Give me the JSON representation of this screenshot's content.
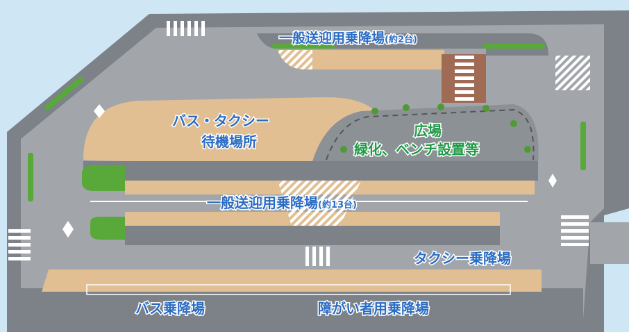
{
  "map": {
    "colors": {
      "sky": "#cfe6f5",
      "road": "#9fa3a8",
      "sidewalk": "#7d8288",
      "waiting_area": "#e1bf93",
      "green": "#58a83a",
      "plaza": "#8c9196",
      "crossing_brown": "#a06b55",
      "label_blue": "#2a6cc3",
      "label_green": "#1f9a46"
    },
    "labels": {
      "pickup_top_main": "一般送迎用乗降場",
      "pickup_top_count": "(約2台)",
      "bus_taxi_wait_line1": "バス・タクシー",
      "bus_taxi_wait_line2": "待機場所",
      "plaza_title": "広場",
      "plaza_desc": "緑化、ベンチ設置等",
      "pickup_mid_main": "一般送迎用乗降場",
      "pickup_mid_count": "(約13台)",
      "taxi_stop": "タクシー乗降場",
      "bus_stop": "バス乗降場",
      "accessible_stop": "障がい者用乗降場"
    },
    "icons": [
      "wheelchair-icon",
      "crosswalk-stripes",
      "traffic-island",
      "tree-icon"
    ]
  }
}
